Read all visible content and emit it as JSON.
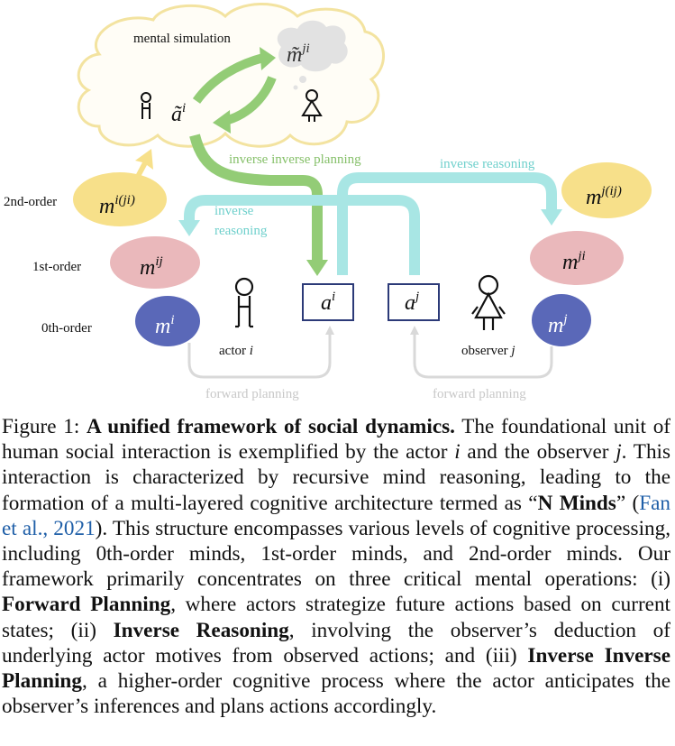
{
  "diagram": {
    "mental_simulation": "mental simulation",
    "m_tilde_base": "m̃",
    "m_tilde_sup": "ji",
    "a_tilde_base": "ã",
    "a_tilde_sup": "i",
    "inverse_inverse_planning": "inverse inverse planning",
    "inverse_reasoning_right": "inverse reasoning",
    "inverse_reasoning_left_1": "inverse",
    "inverse_reasoning_left_2": "reasoning",
    "order_2": "2nd-order",
    "order_1": "1st-order",
    "order_0": "0th-order",
    "m_base": "m",
    "m_i_jij_sup": "i(ji)",
    "m_ij_sup": "ij",
    "m_i_sup": "i",
    "m_j_ij_sup": "j(ij)",
    "m_ji_sup": "ji",
    "m_j_sup": "j",
    "a_base": "a",
    "a_i_sup": "i",
    "a_j_sup": "j",
    "actor_label": "actor",
    "actor_var": "i",
    "observer_label": "observer",
    "observer_var": "j",
    "forward_planning_left": "forward planning",
    "forward_planning_right": "forward planning",
    "colors": {
      "cloud_stroke": "#f3e3a0",
      "yellow": "#f7e08a",
      "pink": "#eab8bb",
      "blue": "#5a68b8",
      "green": "#93cc76",
      "cyan": "#a8e6e4",
      "gray_arrow": "#d9d9d9",
      "box_stroke": "#2c3a78"
    }
  },
  "caption": {
    "prefix": "Figure 1: ",
    "title": "A unified framework of social dynamics.",
    "s1": " The foundational unit of human social interaction is exemplified by the actor ",
    "var_i": "i",
    "s2": " and the observer ",
    "var_j": "j",
    "s3": ". This interaction is characterized by recursive mind reasoning, leading to the formation of a multi-layered cognitive architecture termed as “",
    "n_minds": "N Minds",
    "s4": "” (",
    "citation": "Fan et al., 2021",
    "s5": "). This structure encompasses various levels of cognitive processing, including 0th-order minds, 1st-order minds, and 2nd-order minds. Our framework primarily concentrates on three critical mental operations: (i) ",
    "fp": "Forward Planning",
    "s6": ", where actors strategize future actions based on current states; (ii) ",
    "ir": "Inverse Reasoning",
    "s7": ", involving the observer’s deduction of underlying actor motives from observed actions; and (iii) ",
    "iip": "Inverse Inverse Planning",
    "s8": ", a higher-order cognitive process where the actor anticipates the observer’s inferences and plans actions accordingly."
  }
}
